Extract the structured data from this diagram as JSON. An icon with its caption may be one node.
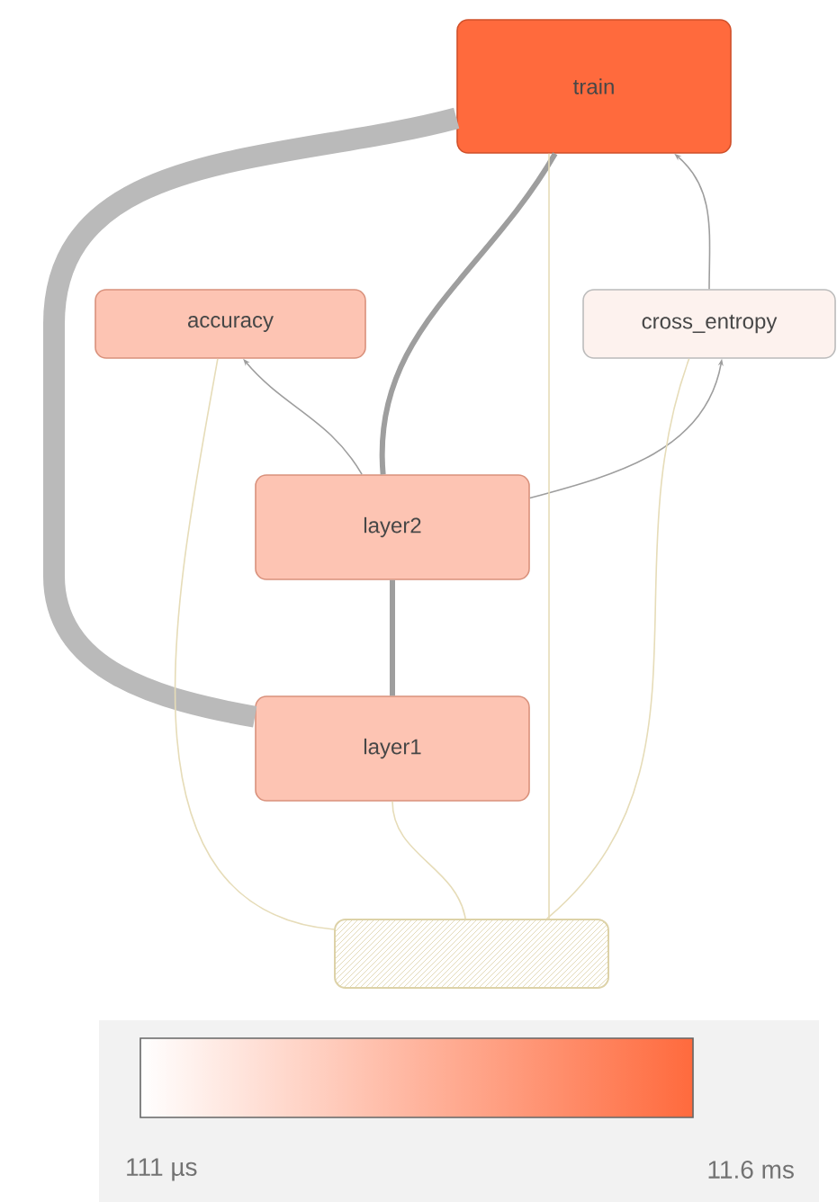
{
  "diagram": {
    "nodes": [
      {
        "text": [
          "train"
        ]
      },
      {
        "text": [
          "accuracy"
        ]
      },
      {
        "text": [
          "cross_entropy"
        ]
      },
      {
        "text": [
          "layer2"
        ]
      },
      {
        "text": [
          "layer1"
        ]
      },
      {
        "text": [],
        "shape": "box"
      }
    ],
    "edges": [
      {
        "from": 0,
        "to": 4,
        "arrow": "none",
        "style": "thick"
      },
      {
        "from": 3,
        "to": 0,
        "arrow": "none",
        "style": "thick"
      },
      {
        "from": 3,
        "to": 1,
        "arrow": "to"
      },
      {
        "from": 3,
        "to": 2,
        "arrow": "to"
      },
      {
        "from": 2,
        "to": 0,
        "arrow": "to"
      },
      {
        "from": 3,
        "to": 4,
        "arrow": "none",
        "style": "thick"
      },
      {
        "from": 5,
        "to": 1,
        "arrow": "none",
        "color": "#e6dcb8"
      },
      {
        "from": 5,
        "to": 4,
        "arrow": "none",
        "color": "#e6dcb8"
      },
      {
        "from": 5,
        "to": 0,
        "arrow": "none",
        "color": "#e6dcb8"
      },
      {
        "from": 5,
        "to": 2,
        "arrow": "none",
        "color": "#e6dcb8"
      }
    ],
    "labels": [
      "111 µs",
      "11.6 ms"
    ]
  }
}
